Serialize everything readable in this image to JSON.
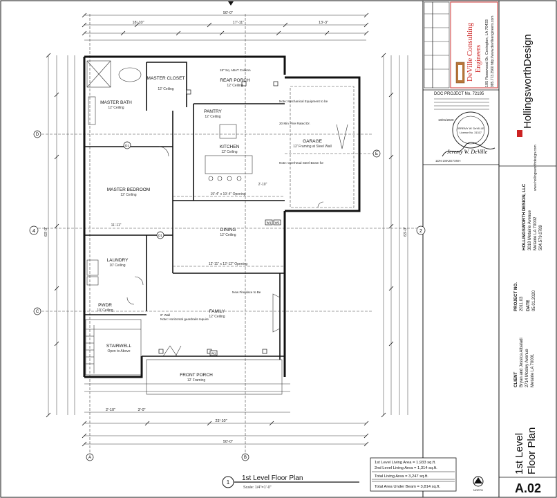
{
  "sheet": {
    "number": "A.02",
    "title_line1": "1st Level",
    "title_line2": "Floor Plan",
    "drawing_title": "1st Level Floor Plan",
    "scale": "Scale: 1/4\"=1'-0\"",
    "north_label": "NORTH",
    "callout_number": "1"
  },
  "firm": {
    "name": "HollingsworthDesign",
    "legal_name": "HOLLINGSWORTH DESIGN, LLC",
    "addr1": "3018 Metairie Avenue",
    "addr2": "Metairie LA 70002",
    "phone": "504.579.0789",
    "web": "www.hollingsworthdesign.com"
  },
  "engineer": {
    "name1": "DeVille Consulting",
    "name2": "Engineers",
    "addr": "105 Rosewood Dr. Covington, LA 70433",
    "phone": "985.773.2560 http://www.devilleengineers.com",
    "doc_project": "DOC PROJECT No. 72195",
    "seal_name": "JEREMY W. DeVILLE",
    "seal_license": "License No. 31317",
    "signature": "Jeremy W. DeVille",
    "seal_date": "10/01/2020",
    "cert_code": "1DN-2SK2E7XNH"
  },
  "project": {
    "no_label": "PROJECT NO.",
    "no": "2011.03",
    "date_label": "DATE",
    "date": "05.01.2020",
    "client_label": "CLIENT",
    "client1": "Bryan and Jessica Albaladi",
    "client2": "2714 Mosley Avenue",
    "client3": "Metairie LA 70001"
  },
  "areas": {
    "l1": "1st Level Living Area = 1,933 sq.ft.",
    "l2": "2nd Level Living Area = 1,314 sq.ft.",
    "total": "Total Living Area = 3,247 sq.ft.",
    "beam": "Total Area Under Beam = 3,814 sq.ft."
  },
  "grid": {
    "a": "A",
    "b": "B",
    "c": "C",
    "d": "D",
    "e": "E",
    "two": "2",
    "four": "4"
  },
  "rooms": {
    "master_bath": "MASTER BATH",
    "master_bath_c": "12' Ceiling",
    "master_closet": "MASTER CLOSET",
    "master_closet_c": "12' Ceiling",
    "rear_porch": "REAR PORCH",
    "rear_porch_c": "12' Ceiling",
    "pantry": "PANTRY",
    "pantry_c": "12' Ceiling",
    "kitchen": "KITCHEN",
    "kitchen_c": "12' Ceiling",
    "garage": "GARAGE",
    "garage_c": "12' Framing at Steel Wall",
    "master_bedroom": "MASTER BEDROOM",
    "master_bedroom_c": "12' Ceiling",
    "dining": "DINING",
    "dining_c": "12' Ceiling",
    "laundry": "LAUNDRY",
    "laundry_c": "10' Ceiling",
    "powder": "PWDR",
    "powder_c": "10' Ceiling",
    "family": "FAMILY",
    "family_c": "12' Ceiling",
    "stairwell": "STAIRWELL",
    "stairwell_c": "Open to Above",
    "front_porch": "FRONT PORCH",
    "front_porch_c": "12' Framing"
  },
  "dims": {
    "overall": "50'-0\"",
    "top_left": "18'-10\"",
    "top_mid": "17'-11\"",
    "top_right": "13'-3\"",
    "bottom_a": "23'-10\"",
    "bottom_b": "2'-10\"",
    "bottom_c": "3'-0\"",
    "side_left": "63'-0\"",
    "side_right": "63'-0\"",
    "kitchen_w": "2'-10\"",
    "beam1": "19'-4\" x 19'-4\" Opening",
    "beam2": "12'-11\" x 12'-12\" Opening",
    "dim_11": "11'-11\""
  },
  "notes": {
    "rear_porch": "18\" Sq. ABAT Column",
    "garage1": "Note: Mechanical Equipment to be",
    "garage2": "20 Min. Fire Rated Dr.",
    "kitchen1": "Note: Overhead Steel Beam for",
    "family1": "New Fireplace to Be",
    "stair1": "Note: Horizontal guardrails require",
    "wall6": "6\" Wall"
  },
  "tags": {
    "w1": "W1",
    "w2": "W2",
    "d1": "D1"
  }
}
